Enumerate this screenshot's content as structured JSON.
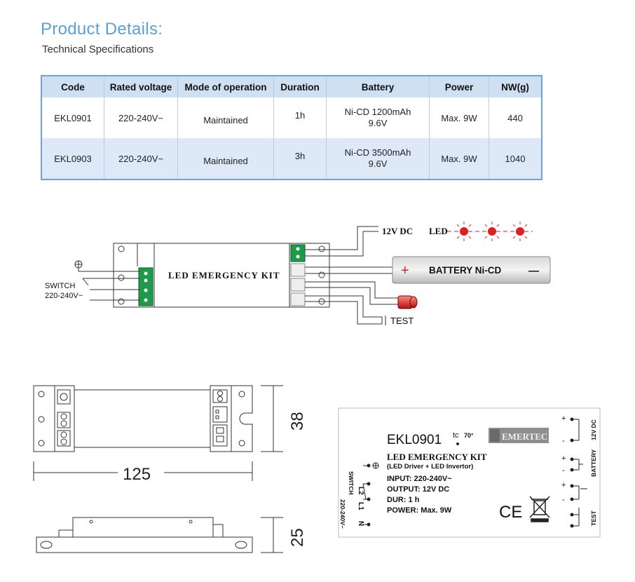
{
  "header": {
    "title": "Product Details:",
    "subtitle": "Technical Specifications"
  },
  "table": {
    "headers": [
      "Code",
      "Rated voltage",
      "Mode of operation",
      "Duration",
      "Battery",
      "Power",
      "NW(g)"
    ],
    "rows": [
      {
        "code": "EKL0901",
        "voltage": "220-240V~",
        "mode": "Maintained",
        "duration": "1h",
        "battery_line1": "Ni-CD 1200mAh",
        "battery_line2": "9.6V",
        "power": "Max. 9W",
        "nw": "440"
      },
      {
        "code": "EKL0903",
        "voltage": "220-240V~",
        "mode": "Maintained",
        "duration": "3h",
        "battery_line1": "Ni-CD 3500mAh",
        "battery_line2": "9.6V",
        "power": "Max. 9W",
        "nw": "1040"
      }
    ]
  },
  "wiring": {
    "kit_label": "LED EMERGENCY KIT",
    "dc_label": "12V DC",
    "led_label": "LED",
    "battery_plus": "+",
    "battery_label": "BATTERY  Ni-CD",
    "battery_minus": "—",
    "test_label": "TEST",
    "switch_label": "SWITCH",
    "mains_label": "220-240V~"
  },
  "dimensions": {
    "length": "125",
    "height": "38",
    "depth": "25"
  },
  "product_label": {
    "model": "EKL0901",
    "tc_label": "tc",
    "tc_value": "70°",
    "brand": "EMERTEC",
    "name": "LED EMERGENCY KIT",
    "desc": "(LED Driver + LED Invertor)",
    "input": "INPUT:  220-240V~",
    "output": "OUTPUT:  12V  DC",
    "duration": "DUR:  1 h",
    "power": "POWER:  Max. 9W",
    "ce": "CE",
    "side_switch": "SWITCH",
    "side_mains": "220-240V~",
    "term_l2": "L2",
    "term_l1": "L1",
    "term_n": "N",
    "r_12vdc": "12V DC",
    "r_battery": "BATTERY",
    "r_test": "TEST",
    "plus": "+",
    "minus": "-"
  },
  "colors": {
    "title": "#5aa0d8",
    "header_fill": "#cfe0f3",
    "alt_row": "#dde9f6",
    "terminal_green": "#1d9a4a",
    "led_red": "#e02020",
    "battery_plus": "#e02020"
  }
}
